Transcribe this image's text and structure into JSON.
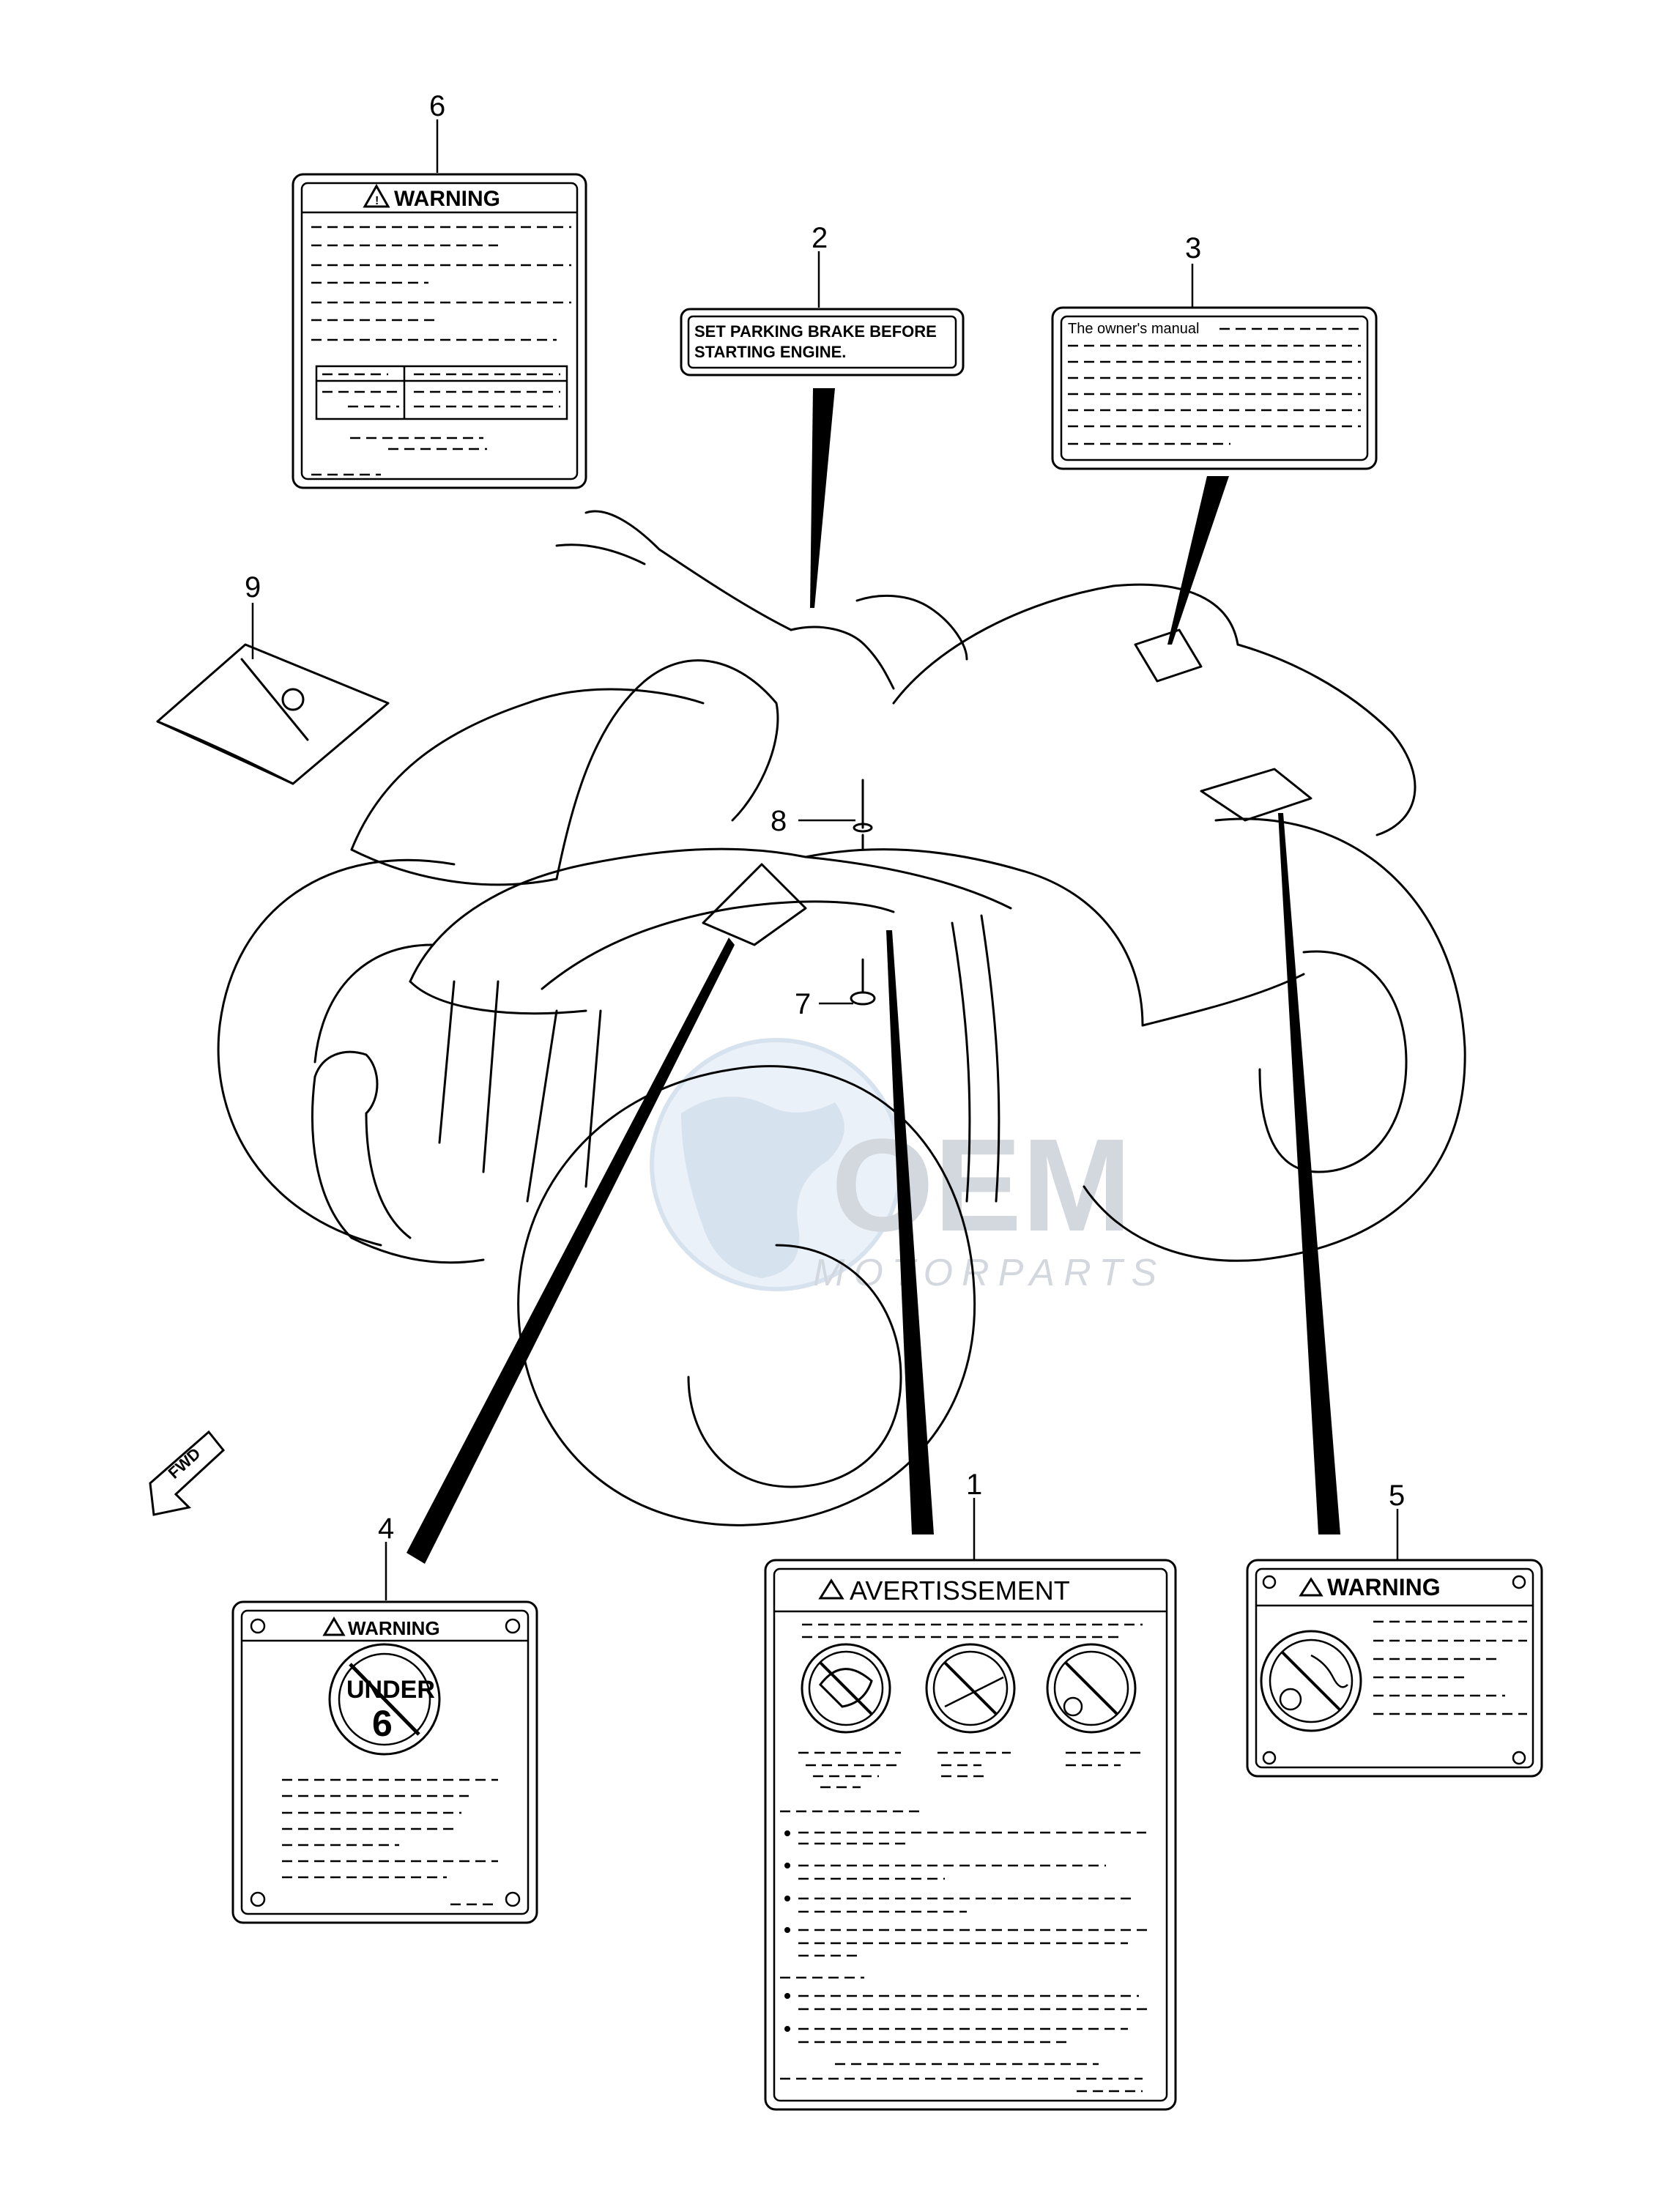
{
  "callouts": {
    "c1": "1",
    "c2": "2",
    "c3": "3",
    "c4": "4",
    "c5": "5",
    "c6": "6",
    "c7": "7",
    "c8": "8",
    "c9": "9"
  },
  "labels": {
    "label6_title": "WARNING",
    "label2_line1": "SET PARKING BRAKE BEFORE",
    "label2_line2": "STARTING ENGINE.",
    "label3_text": "The owner's manual",
    "label4_title": "WARNING",
    "label4_under": "UNDER",
    "label4_age": "6",
    "label1_title": "AVERTISSEMENT",
    "label5_title": "WARNING"
  },
  "fwd_arrow": "FWD",
  "watermark": {
    "brand": "OEM",
    "sub": "MOTORPARTS"
  },
  "colors": {
    "line": "#000000",
    "watermark": "#9fb8d8"
  }
}
